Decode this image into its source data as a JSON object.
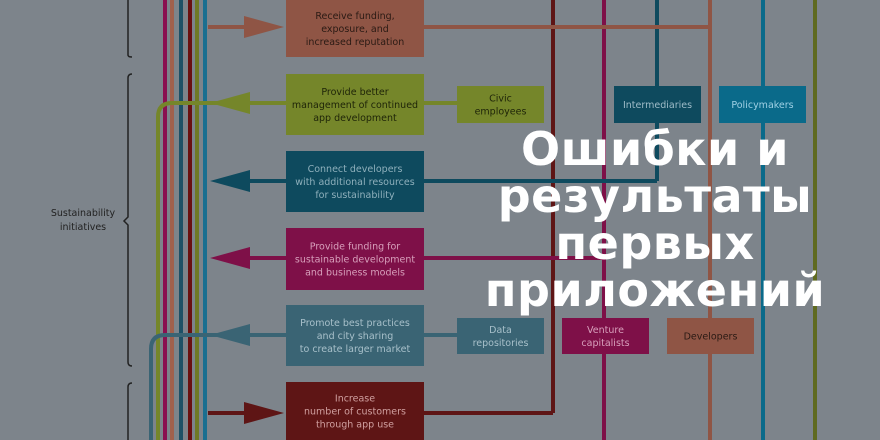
{
  "title": {
    "lines": [
      "Ошибки и",
      "результаты первых",
      "приложений"
    ]
  },
  "diagram": {
    "side_label": [
      "Sustainability",
      "initiatives"
    ],
    "outcomes": [
      {
        "lines": [
          "Receive funding,",
          "exposure, and",
          "increased reputation"
        ],
        "color": "#8f5545"
      },
      {
        "lines": [
          "Provide better",
          "management of continued",
          "app development"
        ],
        "color": "#75862a"
      },
      {
        "lines": [
          "Connect developers",
          "with additional resources",
          "for sustainability"
        ],
        "color": "#0e4a5e"
      },
      {
        "lines": [
          "Provide funding for",
          "sustainable development",
          "and business models"
        ],
        "color": "#7e1048"
      },
      {
        "lines": [
          "Promote best practices",
          "and city sharing",
          "to create larger market"
        ],
        "color": "#3a6474"
      },
      {
        "lines": [
          "Increase",
          "number of customers",
          "through app use"
        ],
        "color": "#5e1515"
      }
    ],
    "actors": {
      "civic": {
        "lines": [
          "Civic",
          "employees"
        ],
        "color": "#75862a"
      },
      "intermediaries": {
        "lines": [
          "Intermediaries"
        ],
        "color": "#0e4a5e"
      },
      "policymakers": {
        "lines": [
          "Policymakers"
        ],
        "color": "#0a6a8a"
      },
      "data": {
        "lines": [
          "Data",
          "repositories"
        ],
        "color": "#3a6474"
      },
      "venture": {
        "lines": [
          "Venture",
          "capitalists"
        ],
        "color": "#7e1048"
      },
      "developers": {
        "lines": [
          "Developers"
        ],
        "color": "#8f5545"
      }
    }
  }
}
